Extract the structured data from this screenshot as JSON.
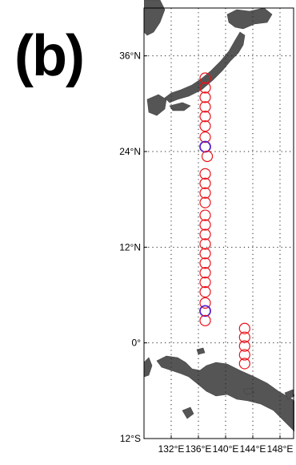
{
  "panel_label": "(b)",
  "map": {
    "frame_color": "#000000",
    "grid_style": "dotted",
    "land_color": "#555555",
    "station_color": "#e8131b",
    "highlight_color": "#5a22c8",
    "lon_range": [
      128,
      150
    ],
    "lat_range": [
      -12,
      42
    ],
    "lat_ticks": [
      {
        "value": 36,
        "label": "36°N"
      },
      {
        "value": 24,
        "label": "24°N"
      },
      {
        "value": 12,
        "label": "12°N"
      },
      {
        "value": 0,
        "label": "0°"
      },
      {
        "value": -12,
        "label": "12°S"
      }
    ],
    "lon_ticks": [
      {
        "value": 132,
        "label": "132°E"
      },
      {
        "value": 136,
        "label": "136°E"
      },
      {
        "value": 140,
        "label": "140°E"
      },
      {
        "value": 144,
        "label": "144°E"
      },
      {
        "value": 148,
        "label": "148°E"
      }
    ],
    "stations": [
      {
        "lon": 137.0,
        "lat": 33.2
      },
      {
        "lon": 137.0,
        "lat": 32.0
      },
      {
        "lon": 137.0,
        "lat": 30.8
      },
      {
        "lon": 137.0,
        "lat": 29.6
      },
      {
        "lon": 137.0,
        "lat": 28.4
      },
      {
        "lon": 137.0,
        "lat": 27.2
      },
      {
        "lon": 137.0,
        "lat": 25.8
      },
      {
        "lon": 137.0,
        "lat": 24.6,
        "highlight": true
      },
      {
        "lon": 137.3,
        "lat": 23.4
      },
      {
        "lon": 137.0,
        "lat": 21.2
      },
      {
        "lon": 137.0,
        "lat": 20.0
      },
      {
        "lon": 137.0,
        "lat": 18.8
      },
      {
        "lon": 137.0,
        "lat": 17.6
      },
      {
        "lon": 137.0,
        "lat": 16.0
      },
      {
        "lon": 137.0,
        "lat": 14.8
      },
      {
        "lon": 137.0,
        "lat": 13.6
      },
      {
        "lon": 137.0,
        "lat": 12.4
      },
      {
        "lon": 137.0,
        "lat": 11.2
      },
      {
        "lon": 137.0,
        "lat": 10.0
      },
      {
        "lon": 137.0,
        "lat": 8.8
      },
      {
        "lon": 137.0,
        "lat": 7.6
      },
      {
        "lon": 137.0,
        "lat": 6.4
      },
      {
        "lon": 137.0,
        "lat": 5.0
      },
      {
        "lon": 137.0,
        "lat": 4.0,
        "highlight": true
      },
      {
        "lon": 137.0,
        "lat": 2.8
      },
      {
        "lon": 142.8,
        "lat": 1.8
      },
      {
        "lon": 142.8,
        "lat": 0.7
      },
      {
        "lon": 142.8,
        "lat": -0.4
      },
      {
        "lon": 142.8,
        "lat": -1.5
      },
      {
        "lon": 142.8,
        "lat": -2.6
      }
    ]
  }
}
